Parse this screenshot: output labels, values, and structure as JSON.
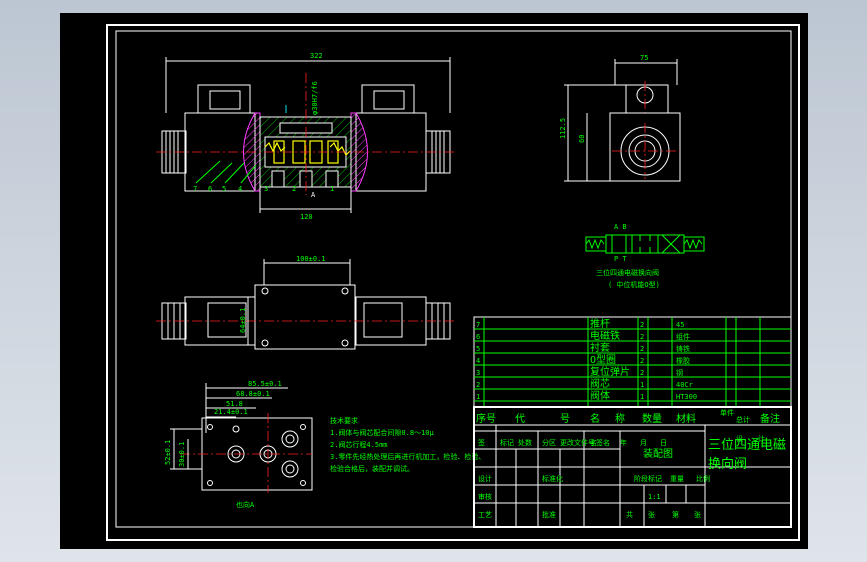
{
  "dims": {
    "top_width": "322",
    "right_width": "75",
    "right_h1": "112.5",
    "right_h2": "60",
    "bottom_120": "120",
    "spool_dia": "φ30H7/f6",
    "section_mark": "A",
    "mid_100": "100±0.1",
    "mid_side": "64±0.1",
    "plate_a": "85.5±0.1",
    "plate_b": "68.8±0.1",
    "plate_c": "51.8",
    "plate_d": "21.4±0.1",
    "plate_left": "52±0.1",
    "plate_left2": "30±0.1",
    "view_label": "也向A"
  },
  "part_labels": [
    "7",
    "6",
    "5",
    "4",
    "3",
    "2",
    "1"
  ],
  "symbol": {
    "top_ports": "A B",
    "bottom_ports": "P T",
    "caption1": "三位四通电磁换向阀",
    "caption2": "( 中位机能O型)"
  },
  "tech": {
    "title": "技术要求",
    "l1": "1.阀体与阀芯配合间隙0.8～10μ",
    "l2": "2.阀芯行程4.5mm",
    "l3": "3.零件先经热处理后再进行机加工，检验、检验、",
    "l4": "  检验合格后，装配并调试。"
  },
  "bom": [
    {
      "no": "7",
      "name": "推杆",
      "qty": "2",
      "mat": "45"
    },
    {
      "no": "6",
      "name": "电磁铁",
      "qty": "2",
      "mat": "组件"
    },
    {
      "no": "5",
      "name": "衬套",
      "qty": "2",
      "mat": "铸铁"
    },
    {
      "no": "4",
      "name": "O型圈",
      "qty": "2",
      "mat": "橡胶"
    },
    {
      "no": "3",
      "name": "复位弹片",
      "qty": "2",
      "mat": "钢"
    },
    {
      "no": "2",
      "name": "阀芯",
      "qty": "1",
      "mat": "40Cr"
    },
    {
      "no": "1",
      "name": "阀体",
      "qty": "1",
      "mat": "HT300"
    }
  ],
  "header": [
    "序号",
    "代",
    "号",
    "名",
    "称",
    "数量",
    "材料",
    "单件",
    "总计",
    "备注"
  ],
  "title_block": {
    "drawing_name": "装配图",
    "product1": "三位四通电磁",
    "product2": "换向阀",
    "row1": [
      "标记",
      "处数",
      "分区",
      "更改文件号",
      "签名",
      "年",
      "月",
      "日"
    ],
    "row2": [
      "设计",
      "",
      "",
      "标准化",
      "",
      "",
      "",
      "阶段标记",
      "重量",
      "比例"
    ],
    "row3": [
      "审核",
      "",
      "",
      "",
      "",
      "",
      "",
      "1:1"
    ],
    "row4": [
      "工艺",
      "",
      "",
      "批准",
      "",
      "",
      "共",
      "张",
      "第",
      "张"
    ],
    "misc": [
      "签",
      "名",
      "设",
      "计"
    ]
  },
  "colors": {
    "bg": "#000000",
    "line": "#ffffff",
    "text": "#00ff00",
    "center": "#ff2020",
    "hatch": "#ff3cff",
    "hidden": "#00e5e5",
    "spring": "#ffff00"
  }
}
